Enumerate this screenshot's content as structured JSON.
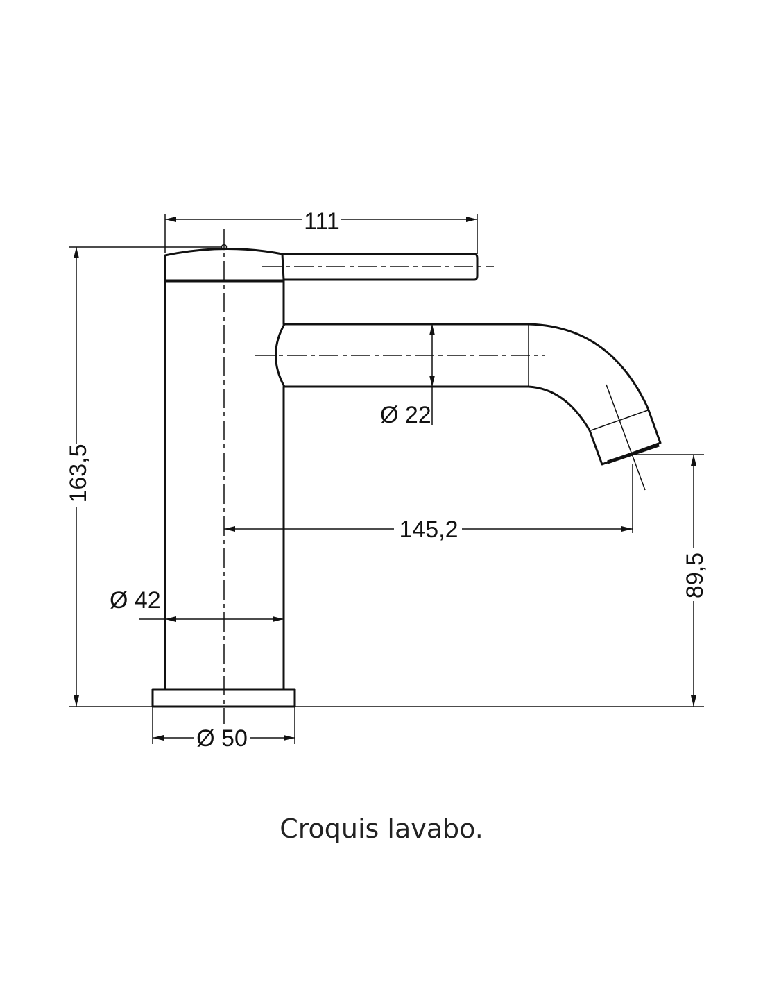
{
  "dimensions": {
    "handle_width": "111",
    "total_height": "163,5",
    "spout_diameter": "Ø 22",
    "spout_reach": "145,2",
    "spout_height": "89,5",
    "body_diameter": "Ø 42",
    "base_diameter": "Ø 50"
  },
  "caption": "Croquis lavabo."
}
